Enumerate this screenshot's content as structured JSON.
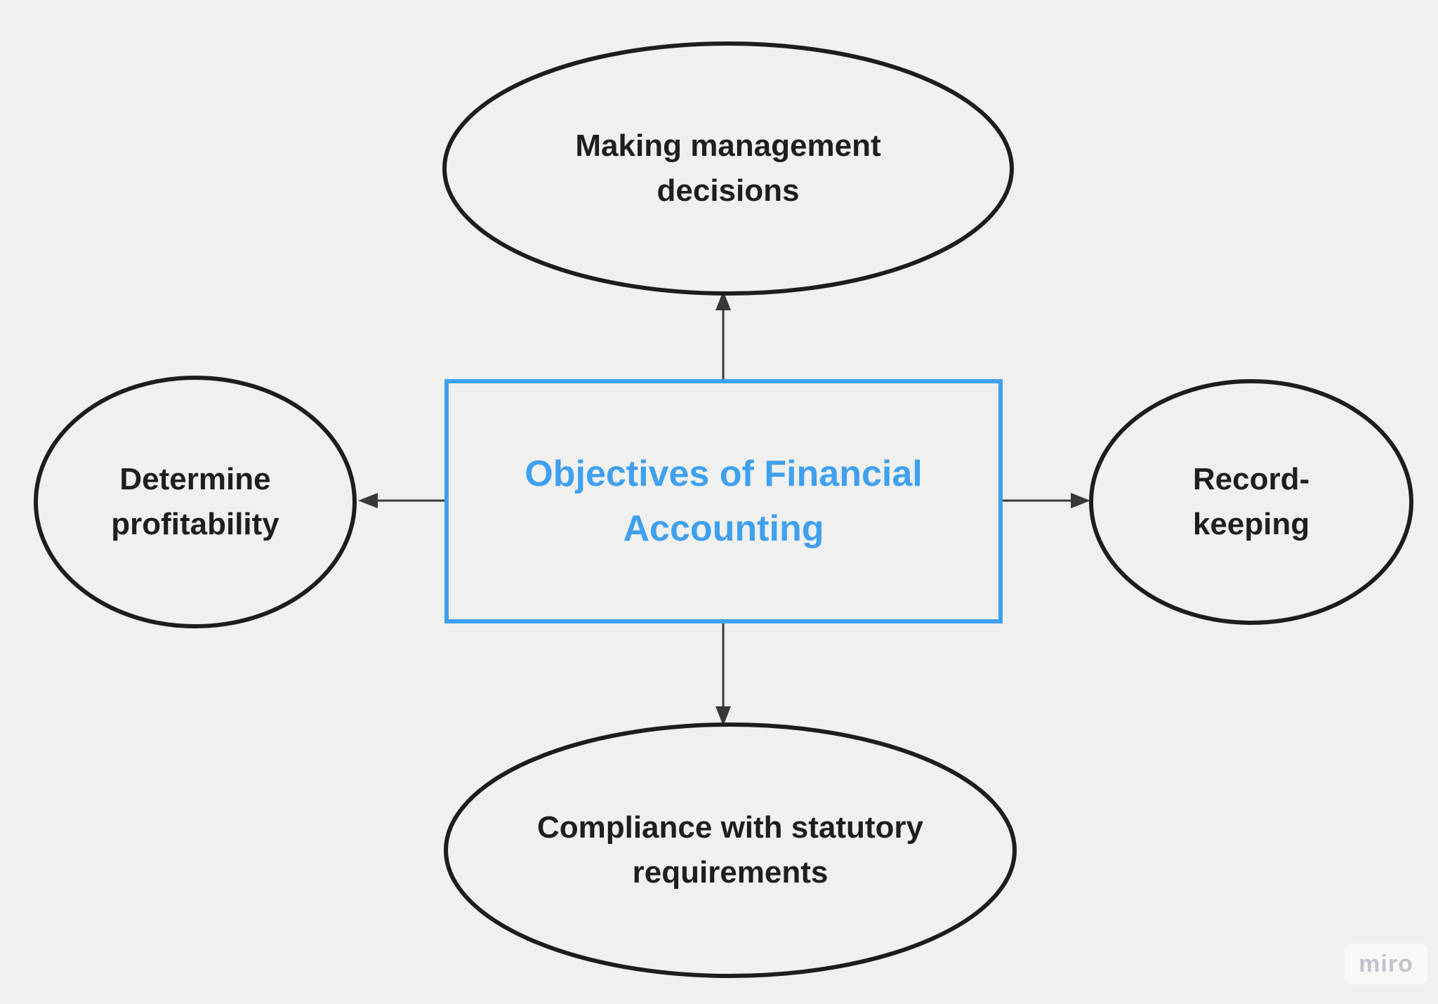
{
  "diagram": {
    "title_node": {
      "label": "Objectives of Financial Accounting"
    },
    "nodes": [
      {
        "id": "top",
        "label": "Making management decisions"
      },
      {
        "id": "left",
        "label": "Determine profitability"
      },
      {
        "id": "right",
        "label": "Record-keeping"
      },
      {
        "id": "bottom",
        "label": "Compliance with statutory requirements"
      }
    ],
    "connectors": [
      {
        "from": "center",
        "to": "top"
      },
      {
        "from": "center",
        "to": "left"
      },
      {
        "from": "center",
        "to": "right"
      },
      {
        "from": "center",
        "to": "bottom"
      }
    ]
  },
  "watermark": {
    "label": "miro"
  },
  "colors": {
    "bg": "#f0f0ee",
    "shape_fill": "#f0f0ee",
    "stroke_black": "#1d1d1d",
    "text_black": "#1e1e1e",
    "accent_blue": "#3fa0ef",
    "arrow_gray": "#383838",
    "watermark_bg": "#f8f8f7",
    "watermark_text": "#c0c3c9"
  }
}
